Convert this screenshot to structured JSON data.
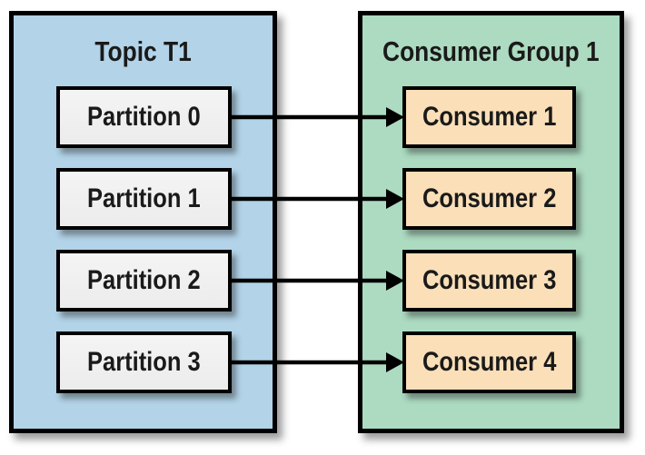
{
  "topic": {
    "title": "Topic T1",
    "partitions": [
      {
        "label": "Partition 0"
      },
      {
        "label": "Partition 1"
      },
      {
        "label": "Partition 2"
      },
      {
        "label": "Partition 3"
      }
    ]
  },
  "consumer_group": {
    "title": "Consumer Group 1",
    "consumers": [
      {
        "label": "Consumer 1"
      },
      {
        "label": "Consumer 2"
      },
      {
        "label": "Consumer 3"
      },
      {
        "label": "Consumer 4"
      }
    ]
  },
  "connections": [
    {
      "from": "Partition 0",
      "to": "Consumer 1"
    },
    {
      "from": "Partition 1",
      "to": "Consumer 2"
    },
    {
      "from": "Partition 2",
      "to": "Consumer 3"
    },
    {
      "from": "Partition 3",
      "to": "Consumer 4"
    }
  ],
  "colors": {
    "page_bg": "#ffffff",
    "topic_box_bg": "#b2d3e8",
    "consumer_group_bg": "#acdbc1",
    "partition_bg": "#ececec",
    "consumer_bg": "#fadfb8",
    "border": "#000000",
    "arrow": "#000000"
  }
}
